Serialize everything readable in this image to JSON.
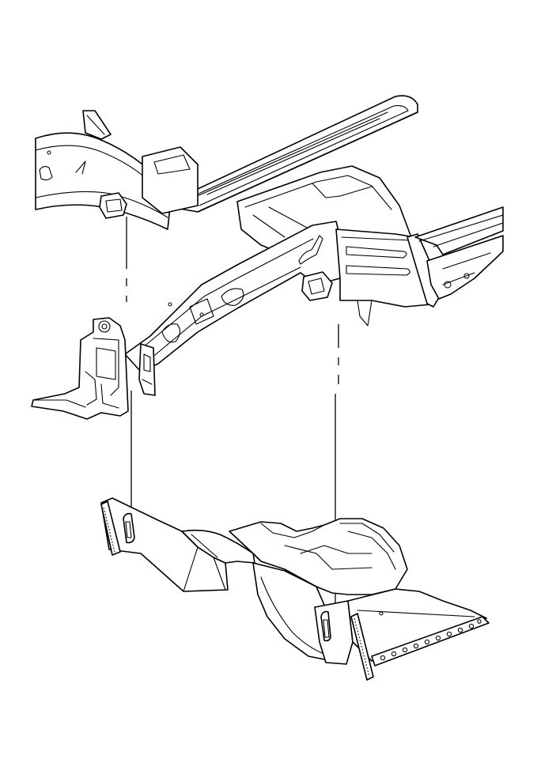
{
  "diagram": {
    "kind": "exploded-view line drawing",
    "colors": {
      "line": "#000000",
      "background": "#ffffff"
    },
    "parts": [
      {
        "name": "front-frame-rail-assembly",
        "icon": "frame-rail-outline"
      },
      {
        "name": "rocker-bracket",
        "icon": "bracket-outline"
      },
      {
        "name": "floor-pan-section",
        "icon": "floor-pan-outline"
      }
    ],
    "guide_lines": 2
  }
}
